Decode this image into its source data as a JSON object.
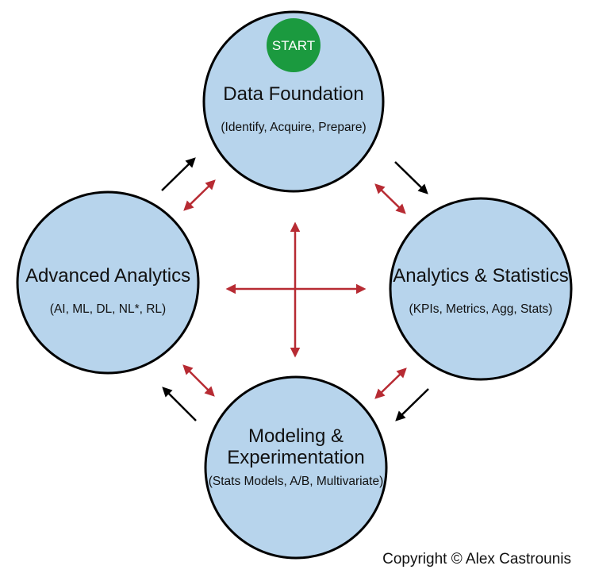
{
  "start_badge": {
    "label": "START",
    "color": "#1b9a3f"
  },
  "nodes": {
    "top": {
      "title": "Data Foundation",
      "subtitle": "(Identify, Acquire, Prepare)"
    },
    "right": {
      "title": "Analytics & Statistics",
      "subtitle": "(KPIs, Metrics, Agg, Stats)"
    },
    "bottom": {
      "title_line1": "Modeling &",
      "title_line2": "Experimentation",
      "subtitle": "(Stats Models, A/B, Multivariate)"
    },
    "left": {
      "title": "Advanced Analytics",
      "subtitle": "(AI, ML, DL, NL*, RL)"
    }
  },
  "colors": {
    "circle_fill": "#b7d4ec",
    "circle_stroke": "#000000",
    "flow_arrow": "#000000",
    "link_arrow": "#b72b33"
  },
  "copyright": "Copyright © Alex Castrounis"
}
